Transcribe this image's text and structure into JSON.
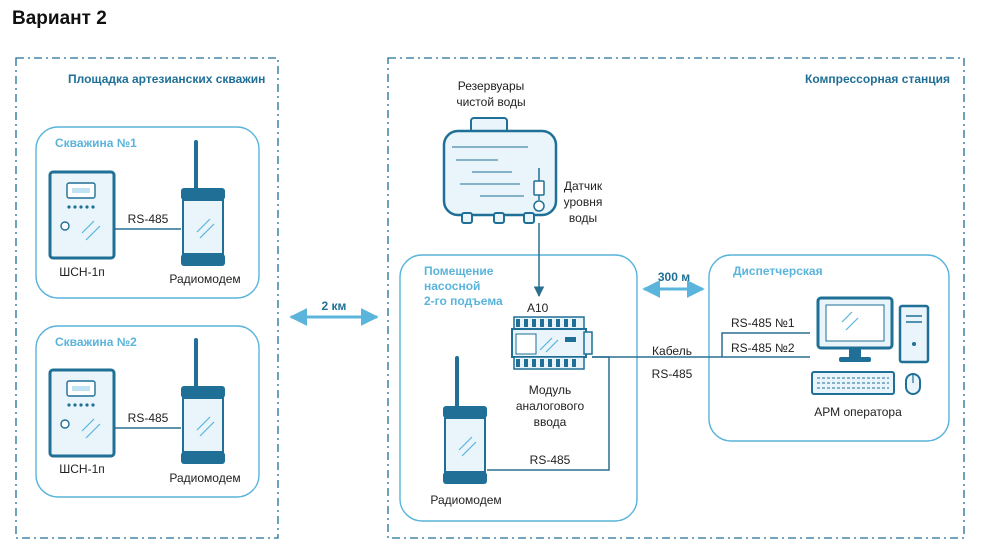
{
  "title": "Вариант 2",
  "zones": {
    "left": "Площадка артезианских скважин",
    "right": "Компрессорная станция"
  },
  "well1": {
    "title": "Скважина №1",
    "device": "ШСН-1п",
    "modem": "Радиомодем",
    "link": "RS-485"
  },
  "well2": {
    "title": "Скважина №2",
    "device": "ШСН-1п",
    "modem": "Радиомодем",
    "link": "RS-485"
  },
  "distance_left": "2 км",
  "distance_right": "300 м",
  "tank": {
    "label_line1": "Резервуары",
    "label_line2": "чистой воды"
  },
  "sensor": {
    "line1": "Датчик",
    "line2": "уровня",
    "line3": "воды"
  },
  "pump_room": {
    "line1": "Помещение",
    "line2": "насосной",
    "line3": "2-го подъема"
  },
  "module": {
    "name": "А10",
    "line1": "Модуль",
    "line2": "аналогового",
    "line3": "ввода"
  },
  "pump_modem": {
    "label": "Радиомодем",
    "link": "RS-485"
  },
  "cable": {
    "line1": "Кабель",
    "line2": "RS-485"
  },
  "dispatch": {
    "title": "Диспетчерская",
    "rs1": "RS-485 №1",
    "rs2": "RS-485 №2",
    "workstation": "АРМ оператора"
  },
  "colors": {
    "blue": "#1f6f96",
    "light": "#5ab4dc",
    "fill": "#e9f5fb",
    "line": "#2a6f8f"
  }
}
